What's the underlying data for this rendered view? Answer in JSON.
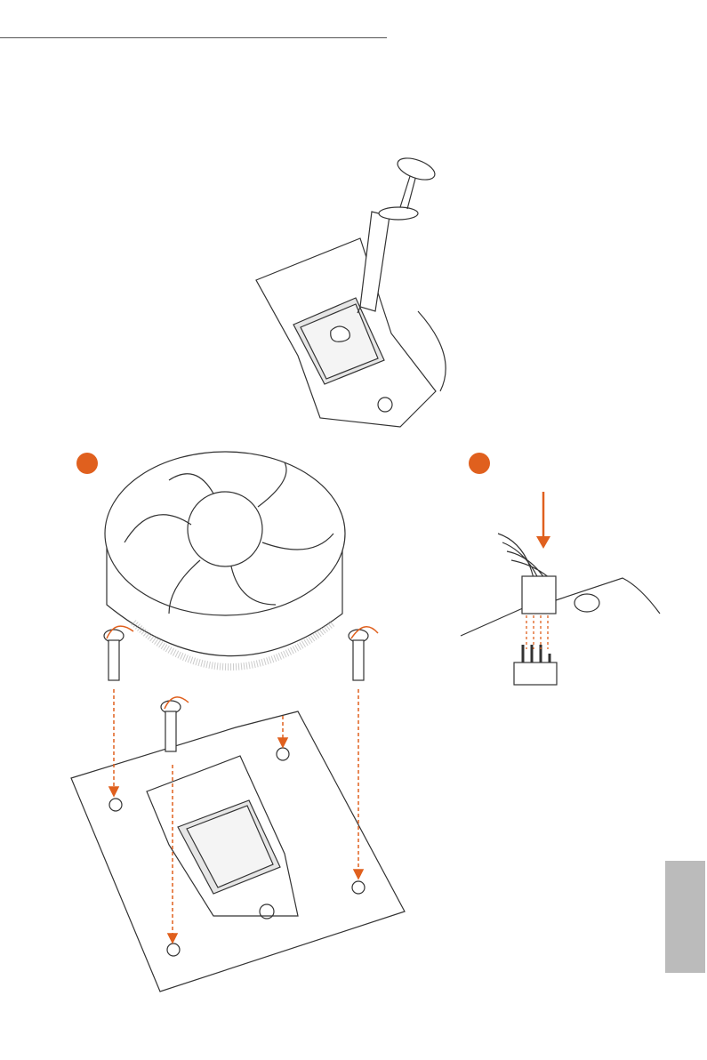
{
  "colors": {
    "accent": "#e0601e",
    "tab": "#bbbbbb",
    "line": "#333333",
    "rule": "#555555"
  },
  "figures": [
    {
      "id": "thermal-paste",
      "icon": "syringe-on-cpu-socket"
    },
    {
      "id": "cooler-install",
      "icon": "fan-heatsink-push-pins"
    },
    {
      "id": "fan-connector",
      "icon": "4-pin-fan-header"
    }
  ]
}
